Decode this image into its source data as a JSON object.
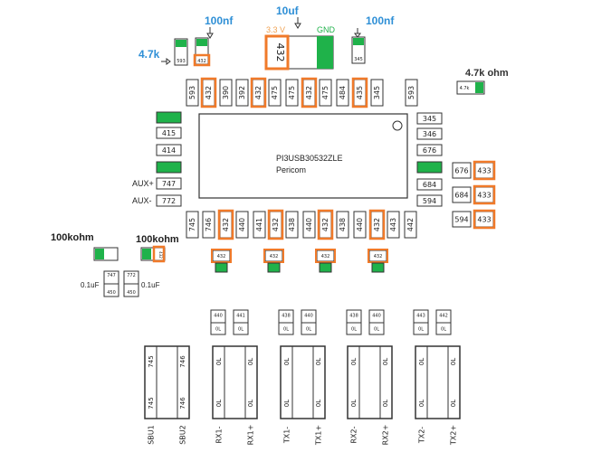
{
  "colors": {
    "callout_blue": "#2e8fd6",
    "highlight_orange": "#f07a2a",
    "pad_green": "#1fb24a",
    "rail_orange": "#f0a050",
    "outline_dark": "#333333"
  },
  "callouts": {
    "c100nf_left": "100nf",
    "c10uf": "10uf",
    "c100nf_right": "100nf",
    "r4k7": "4.7k",
    "r4k7_ohm": "4.7k ohm",
    "r100k_left": "100kohm",
    "r100k_mid": "100kohm",
    "cap_left": "0.1uF",
    "cap_right": "0.1uF"
  },
  "rails": {
    "v33": "3.3 V",
    "gnd": "GND"
  },
  "chip": {
    "part_number": "PI3USB30532ZLE",
    "vendor": "Pericom"
  },
  "top_left_parts": {
    "r593": "593",
    "r432_small": "432",
    "cap_big": "432",
    "r345_small": "345"
  },
  "top_row": [
    "593",
    "432",
    "390",
    "392",
    "432",
    "475",
    "475",
    "432",
    "475",
    "484",
    "435",
    "345",
    "593"
  ],
  "right_col": [
    "345",
    "346",
    "676",
    "",
    "684",
    "594"
  ],
  "left_col": [
    "",
    "415",
    "414",
    "",
    "747",
    "772"
  ],
  "aux_labels": {
    "aux_plus": "AUX+",
    "aux_minus": "AUX-"
  },
  "right_extra": {
    "top": [
      "676",
      "433"
    ],
    "mid": [
      "684",
      "433"
    ],
    "bot": [
      "594",
      "433"
    ]
  },
  "bottom_row": [
    "745",
    "746",
    "432",
    "440",
    "441",
    "432",
    "438",
    "440",
    "432",
    "438",
    "440",
    "432",
    "443",
    "442"
  ],
  "small_432": [
    "432",
    "432",
    "432",
    "432"
  ],
  "r_small_right": "4.7k",
  "left_caps": {
    "top_a": "747",
    "bot_a": "450",
    "top_b": "772",
    "bot_b": "450",
    "r100k_code": "432"
  },
  "conn_pairs": [
    {
      "a": "440",
      "b": "441"
    },
    {
      "a": "438",
      "b": "440"
    },
    {
      "a": "438",
      "b": "440"
    },
    {
      "a": "443",
      "b": "442"
    }
  ],
  "conn_cap_text": "0L",
  "conn_blocks": [
    {
      "label_l": "SBU1",
      "label_r": "SBU2",
      "pin_tl": "745",
      "pin_tr": "746",
      "pin_bl": "745",
      "pin_br": "746"
    },
    {
      "label_l": "RX1-",
      "label_r": "RX1+",
      "pin_tl": "0L",
      "pin_tr": "0L",
      "pin_bl": "0L",
      "pin_br": "0L"
    },
    {
      "label_l": "TX1-",
      "label_r": "TX1+",
      "pin_tl": "0L",
      "pin_tr": "0L",
      "pin_bl": "0L",
      "pin_br": "0L"
    },
    {
      "label_l": "RX2-",
      "label_r": "RX2+",
      "pin_tl": "0L",
      "pin_tr": "0L",
      "pin_bl": "0L",
      "pin_br": "0L"
    },
    {
      "label_l": "TX2-",
      "label_r": "TX2+",
      "pin_tl": "0L",
      "pin_tr": "0L",
      "pin_bl": "0L",
      "pin_br": "0L"
    }
  ]
}
